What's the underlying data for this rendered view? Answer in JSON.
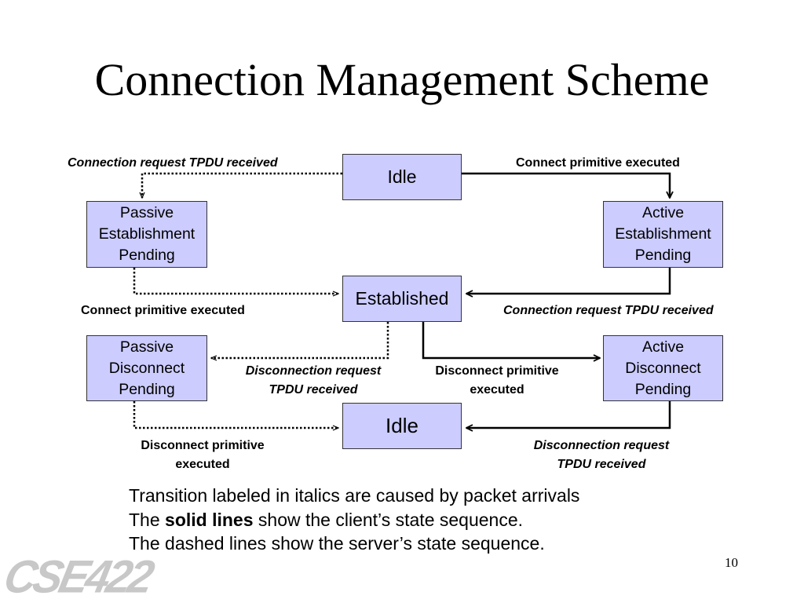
{
  "title": "Connection Management Scheme",
  "states": {
    "idle_top": "Idle",
    "passive_establishment": [
      "Passive",
      "Establishment",
      "Pending"
    ],
    "active_establishment": [
      "Active",
      "Establishment",
      "Pending"
    ],
    "established": "Established",
    "passive_disconnect": [
      "Passive",
      "Disconnect",
      "Pending"
    ],
    "active_disconnect": [
      "Active",
      "Disconnect",
      "Pending"
    ],
    "idle_bottom": "Idle"
  },
  "transitions": {
    "conn_req_tpdu_top": "Connection request TPDU received",
    "connect_prim_top": "Connect primitive executed",
    "connect_prim_mid": "Connect primitive executed",
    "conn_req_tpdu_mid": "Connection request TPDU received",
    "disc_req_tpdu_mid": [
      "Disconnection request",
      "TPDU received"
    ],
    "disc_prim_mid": [
      "Disconnect primitive",
      "executed"
    ],
    "disc_prim_bottom": [
      "Disconnect primitive",
      "executed"
    ],
    "disc_req_tpdu_bottom": [
      "Disconnection request",
      "TPDU received"
    ]
  },
  "caption": {
    "line1": "Transition labeled in italics are caused by packet arrivals",
    "line2_pre": "The ",
    "line2_bold": "solid lines",
    "line2_post": " show the client’s state sequence.",
    "line3": "The dashed lines show the server’s state sequence."
  },
  "page_number": "10",
  "logo_text": "CSE422",
  "colors": {
    "state_fill": "#ccccff",
    "state_border": "#333333"
  }
}
